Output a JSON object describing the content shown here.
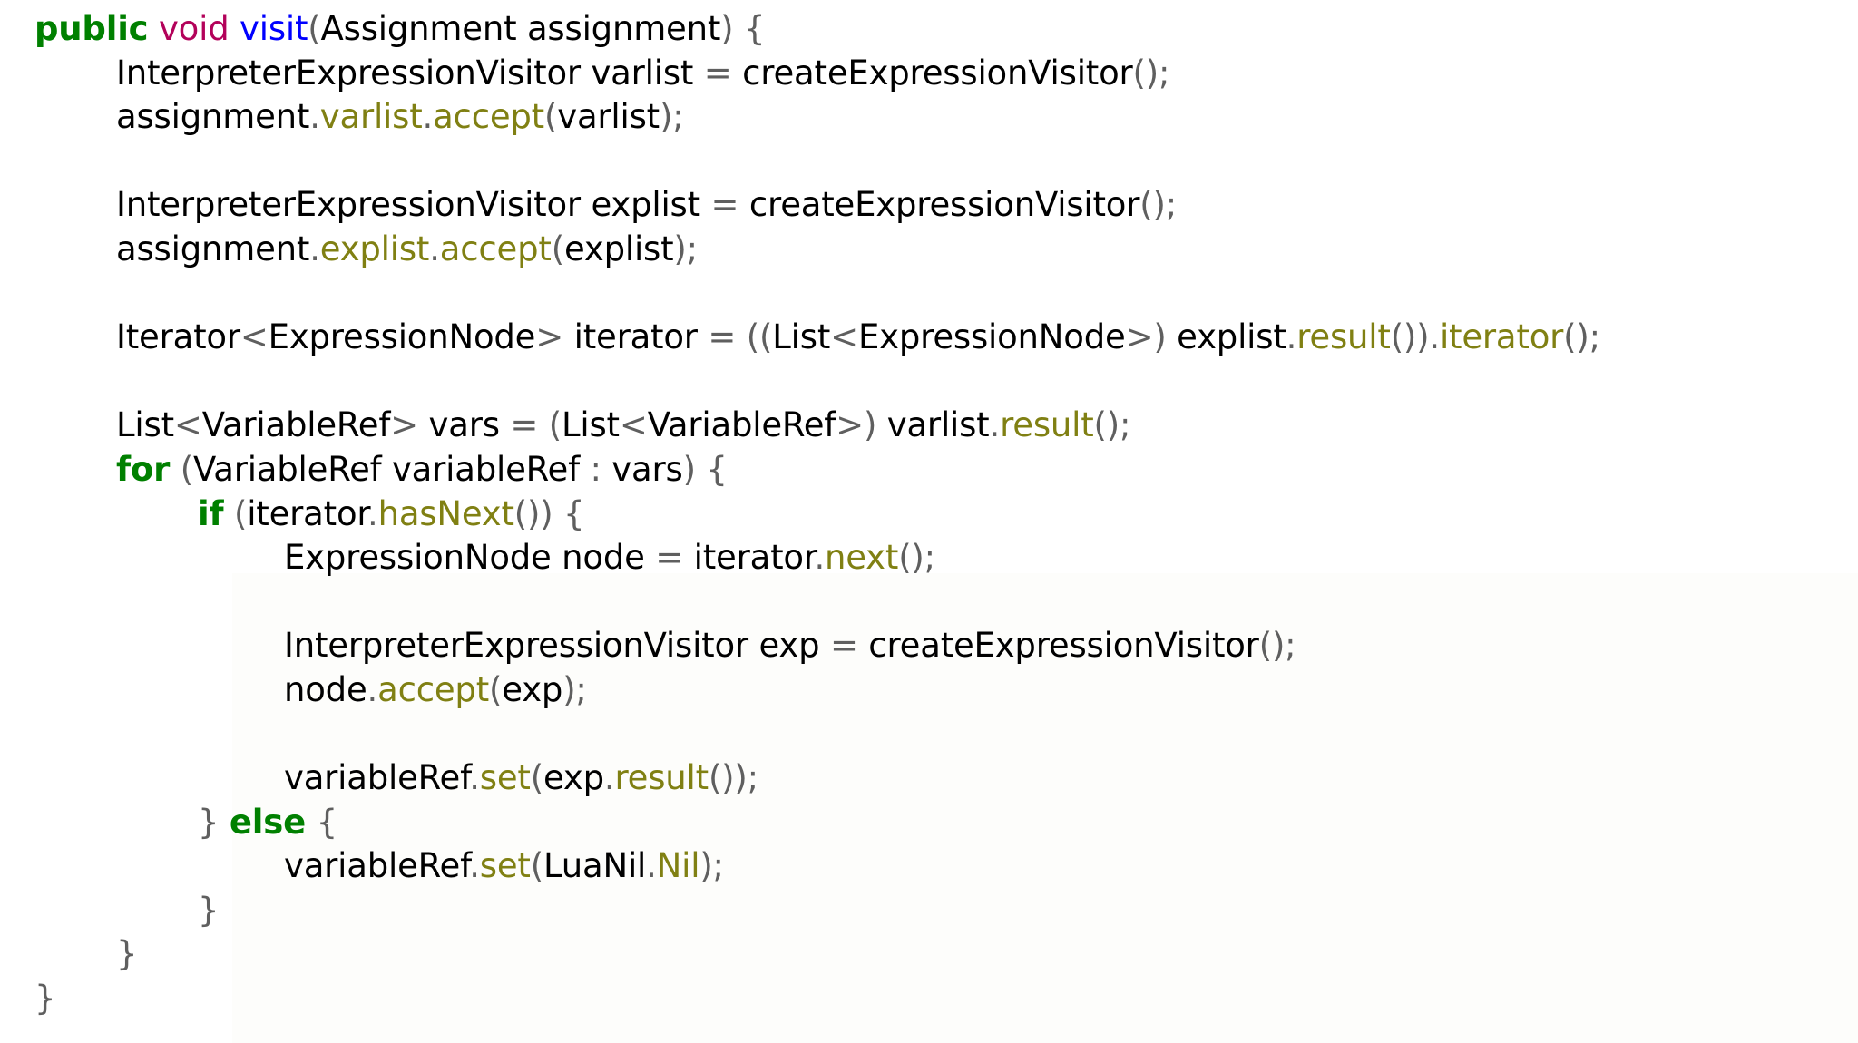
{
  "colors": {
    "background": "#ffffff",
    "background_wash": "#fdfdfb",
    "keyword": "#008000",
    "primitive_type": "#b3025a",
    "declaration_name": "#0000ff",
    "method_call": "#808013",
    "field_access": "#808013",
    "plain_text": "#000000",
    "punctuation": "#5f5f5f"
  },
  "code": {
    "language": "Java",
    "full_text": "public void visit(Assignment assignment) {\n    InterpreterExpressionVisitor varlist = createExpressionVisitor();\n    assignment.varlist.accept(varlist);\n\n    InterpreterExpressionVisitor explist = createExpressionVisitor();\n    assignment.explist.accept(explist);\n\n    Iterator<ExpressionNode> iterator = ((List<ExpressionNode>) explist.result()).iterator();\n\n    List<VariableRef> vars = (List<VariableRef>) varlist.result();\n    for (VariableRef variableRef : vars) {\n        if (iterator.hasNext()) {\n            ExpressionNode node = iterator.next();\n\n            InterpreterExpressionVisitor exp = createExpressionVisitor();\n            node.accept(exp);\n\n            variableRef.set(exp.result());\n        } else {\n            variableRef.set(LuaNil.Nil);\n        }\n    }\n}",
    "lines": [
      {
        "indent": 0,
        "tokens": [
          {
            "t": "public",
            "k": "kw"
          },
          {
            "t": " ",
            "k": "plain"
          },
          {
            "t": "void",
            "k": "type-kw"
          },
          {
            "t": " ",
            "k": "plain"
          },
          {
            "t": "visit",
            "k": "decl"
          },
          {
            "t": "(",
            "k": "punc"
          },
          {
            "t": "Assignment assignment",
            "k": "plain"
          },
          {
            "t": ")",
            "k": "punc"
          },
          {
            "t": " ",
            "k": "plain"
          },
          {
            "t": "{",
            "k": "punc"
          }
        ]
      },
      {
        "indent": 1,
        "tokens": [
          {
            "t": "InterpreterExpressionVisitor varlist ",
            "k": "plain"
          },
          {
            "t": "=",
            "k": "op"
          },
          {
            "t": " createExpressionVisitor",
            "k": "plain"
          },
          {
            "t": "();",
            "k": "punc"
          }
        ]
      },
      {
        "indent": 1,
        "tokens": [
          {
            "t": "assignment",
            "k": "plain"
          },
          {
            "t": ".",
            "k": "punc"
          },
          {
            "t": "varlist",
            "k": "field"
          },
          {
            "t": ".",
            "k": "punc"
          },
          {
            "t": "accept",
            "k": "method"
          },
          {
            "t": "(",
            "k": "punc"
          },
          {
            "t": "varlist",
            "k": "plain"
          },
          {
            "t": ");",
            "k": "punc"
          }
        ]
      },
      {
        "indent": 0,
        "tokens": []
      },
      {
        "indent": 1,
        "tokens": [
          {
            "t": "InterpreterExpressionVisitor explist ",
            "k": "plain"
          },
          {
            "t": "=",
            "k": "op"
          },
          {
            "t": " createExpressionVisitor",
            "k": "plain"
          },
          {
            "t": "();",
            "k": "punc"
          }
        ]
      },
      {
        "indent": 1,
        "tokens": [
          {
            "t": "assignment",
            "k": "plain"
          },
          {
            "t": ".",
            "k": "punc"
          },
          {
            "t": "explist",
            "k": "field"
          },
          {
            "t": ".",
            "k": "punc"
          },
          {
            "t": "accept",
            "k": "method"
          },
          {
            "t": "(",
            "k": "punc"
          },
          {
            "t": "explist",
            "k": "plain"
          },
          {
            "t": ");",
            "k": "punc"
          }
        ]
      },
      {
        "indent": 0,
        "tokens": []
      },
      {
        "indent": 1,
        "tokens": [
          {
            "t": "Iterator",
            "k": "plain"
          },
          {
            "t": "<",
            "k": "op"
          },
          {
            "t": "ExpressionNode",
            "k": "plain"
          },
          {
            "t": ">",
            "k": "op"
          },
          {
            "t": " iterator ",
            "k": "plain"
          },
          {
            "t": "=",
            "k": "op"
          },
          {
            "t": " ",
            "k": "plain"
          },
          {
            "t": "((",
            "k": "punc"
          },
          {
            "t": "List",
            "k": "plain"
          },
          {
            "t": "<",
            "k": "op"
          },
          {
            "t": "ExpressionNode",
            "k": "plain"
          },
          {
            "t": ">",
            "k": "op"
          },
          {
            "t": ")",
            "k": "punc"
          },
          {
            "t": " explist",
            "k": "plain"
          },
          {
            "t": ".",
            "k": "punc"
          },
          {
            "t": "result",
            "k": "method"
          },
          {
            "t": "())",
            "k": "punc"
          },
          {
            "t": ".",
            "k": "punc"
          },
          {
            "t": "iterator",
            "k": "method"
          },
          {
            "t": "();",
            "k": "punc"
          }
        ]
      },
      {
        "indent": 0,
        "tokens": []
      },
      {
        "indent": 1,
        "tokens": [
          {
            "t": "List",
            "k": "plain"
          },
          {
            "t": "<",
            "k": "op"
          },
          {
            "t": "VariableRef",
            "k": "plain"
          },
          {
            "t": ">",
            "k": "op"
          },
          {
            "t": " vars ",
            "k": "plain"
          },
          {
            "t": "=",
            "k": "op"
          },
          {
            "t": " ",
            "k": "plain"
          },
          {
            "t": "(",
            "k": "punc"
          },
          {
            "t": "List",
            "k": "plain"
          },
          {
            "t": "<",
            "k": "op"
          },
          {
            "t": "VariableRef",
            "k": "plain"
          },
          {
            "t": ">",
            "k": "op"
          },
          {
            "t": ")",
            "k": "punc"
          },
          {
            "t": " varlist",
            "k": "plain"
          },
          {
            "t": ".",
            "k": "punc"
          },
          {
            "t": "result",
            "k": "method"
          },
          {
            "t": "();",
            "k": "punc"
          }
        ]
      },
      {
        "indent": 1,
        "tokens": [
          {
            "t": "for",
            "k": "kw"
          },
          {
            "t": " ",
            "k": "plain"
          },
          {
            "t": "(",
            "k": "punc"
          },
          {
            "t": "VariableRef variableRef ",
            "k": "plain"
          },
          {
            "t": ":",
            "k": "punc"
          },
          {
            "t": " vars",
            "k": "plain"
          },
          {
            "t": ")",
            "k": "punc"
          },
          {
            "t": " ",
            "k": "plain"
          },
          {
            "t": "{",
            "k": "punc"
          }
        ]
      },
      {
        "indent": 2,
        "tokens": [
          {
            "t": "if",
            "k": "kw"
          },
          {
            "t": " ",
            "k": "plain"
          },
          {
            "t": "(",
            "k": "punc"
          },
          {
            "t": "iterator",
            "k": "plain"
          },
          {
            "t": ".",
            "k": "punc"
          },
          {
            "t": "hasNext",
            "k": "method"
          },
          {
            "t": "()) ",
            "k": "punc"
          },
          {
            "t": "{",
            "k": "punc"
          }
        ]
      },
      {
        "indent": 3,
        "tokens": [
          {
            "t": "ExpressionNode node ",
            "k": "plain"
          },
          {
            "t": "=",
            "k": "op"
          },
          {
            "t": " iterator",
            "k": "plain"
          },
          {
            "t": ".",
            "k": "punc"
          },
          {
            "t": "next",
            "k": "method"
          },
          {
            "t": "();",
            "k": "punc"
          }
        ]
      },
      {
        "indent": 0,
        "tokens": []
      },
      {
        "indent": 3,
        "tokens": [
          {
            "t": "InterpreterExpressionVisitor exp ",
            "k": "plain"
          },
          {
            "t": "=",
            "k": "op"
          },
          {
            "t": " createExpressionVisitor",
            "k": "plain"
          },
          {
            "t": "();",
            "k": "punc"
          }
        ]
      },
      {
        "indent": 3,
        "tokens": [
          {
            "t": "node",
            "k": "plain"
          },
          {
            "t": ".",
            "k": "punc"
          },
          {
            "t": "accept",
            "k": "method"
          },
          {
            "t": "(",
            "k": "punc"
          },
          {
            "t": "exp",
            "k": "plain"
          },
          {
            "t": ");",
            "k": "punc"
          }
        ]
      },
      {
        "indent": 0,
        "tokens": []
      },
      {
        "indent": 3,
        "tokens": [
          {
            "t": "variableRef",
            "k": "plain"
          },
          {
            "t": ".",
            "k": "punc"
          },
          {
            "t": "set",
            "k": "method"
          },
          {
            "t": "(",
            "k": "punc"
          },
          {
            "t": "exp",
            "k": "plain"
          },
          {
            "t": ".",
            "k": "punc"
          },
          {
            "t": "result",
            "k": "method"
          },
          {
            "t": "());",
            "k": "punc"
          }
        ]
      },
      {
        "indent": 2,
        "tokens": [
          {
            "t": "}",
            "k": "punc"
          },
          {
            "t": " ",
            "k": "plain"
          },
          {
            "t": "else",
            "k": "kw"
          },
          {
            "t": " ",
            "k": "plain"
          },
          {
            "t": "{",
            "k": "punc"
          }
        ]
      },
      {
        "indent": 3,
        "tokens": [
          {
            "t": "variableRef",
            "k": "plain"
          },
          {
            "t": ".",
            "k": "punc"
          },
          {
            "t": "set",
            "k": "method"
          },
          {
            "t": "(",
            "k": "punc"
          },
          {
            "t": "LuaNil",
            "k": "plain"
          },
          {
            "t": ".",
            "k": "punc"
          },
          {
            "t": "Nil",
            "k": "field"
          },
          {
            "t": ");",
            "k": "punc"
          }
        ]
      },
      {
        "indent": 2,
        "tokens": [
          {
            "t": "}",
            "k": "punc"
          }
        ]
      },
      {
        "indent": 1,
        "tokens": [
          {
            "t": "}",
            "k": "punc"
          }
        ]
      },
      {
        "indent": 0,
        "tokens": [
          {
            "t": "}",
            "k": "punc"
          }
        ]
      }
    ]
  }
}
